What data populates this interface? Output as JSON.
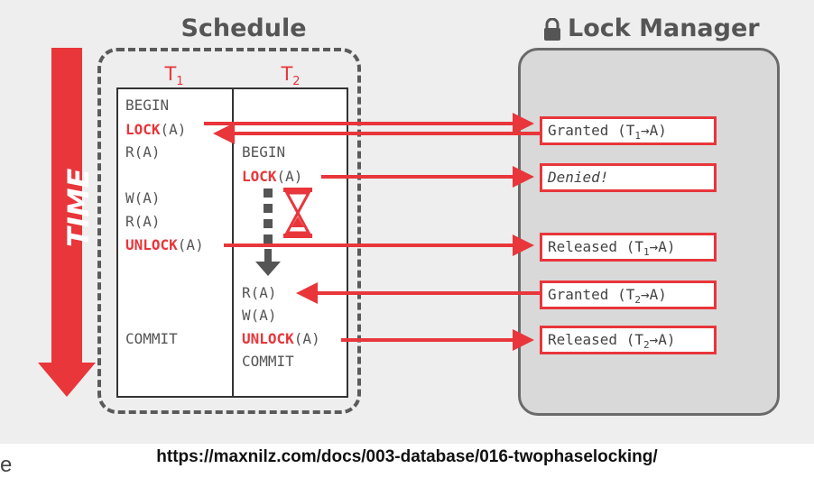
{
  "time_label": "TIME",
  "schedule": {
    "title": "Schedule",
    "t1": {
      "name": "T",
      "sub": "1"
    },
    "t2": {
      "name": "T",
      "sub": "2"
    },
    "t1_ops": [
      {
        "row": "begin",
        "kw": "",
        "rest": "BEGIN"
      },
      {
        "row": "lock",
        "kw": "LOCK",
        "rest": "(A)"
      },
      {
        "row": "read",
        "kw": "",
        "rest": "R(A)"
      },
      {
        "row": "write",
        "kw": "",
        "rest": "W(A)"
      },
      {
        "row": "read2",
        "kw": "",
        "rest": "R(A)"
      },
      {
        "row": "unlock",
        "kw": "UNLOCK",
        "rest": "(A)"
      },
      {
        "row": "commit",
        "kw": "",
        "rest": "COMMIT"
      }
    ],
    "t2_ops": [
      {
        "row": "begin",
        "kw": "",
        "rest": "BEGIN"
      },
      {
        "row": "lock",
        "kw": "LOCK",
        "rest": "(A)"
      },
      {
        "row": "read",
        "kw": "",
        "rest": "R(A)"
      },
      {
        "row": "write",
        "kw": "",
        "rest": "W(A)"
      },
      {
        "row": "unlock",
        "kw": "UNLOCK",
        "rest": "(A)"
      },
      {
        "row": "commit",
        "kw": "",
        "rest": "COMMIT"
      }
    ]
  },
  "lock_manager": {
    "title": "Lock Manager",
    "icon": "lock-icon",
    "responses": [
      {
        "pre": "Granted (T",
        "sub": "1",
        "post": "→A)"
      },
      {
        "pre": "Denied!",
        "sub": "",
        "post": ""
      },
      {
        "pre": "Released (T",
        "sub": "1",
        "post": "→A)"
      },
      {
        "pre": "Granted (T",
        "sub": "2",
        "post": "→A)"
      },
      {
        "pre": "Released (T",
        "sub": "2",
        "post": "→A)"
      }
    ]
  },
  "footer": {
    "url": "https://maxnilz.com/docs/003-database/016-twophaselocking/",
    "corner_text": "e"
  },
  "colors": {
    "accent": "#e8363b",
    "text": "#555555",
    "panel": "#d9d9d9"
  }
}
